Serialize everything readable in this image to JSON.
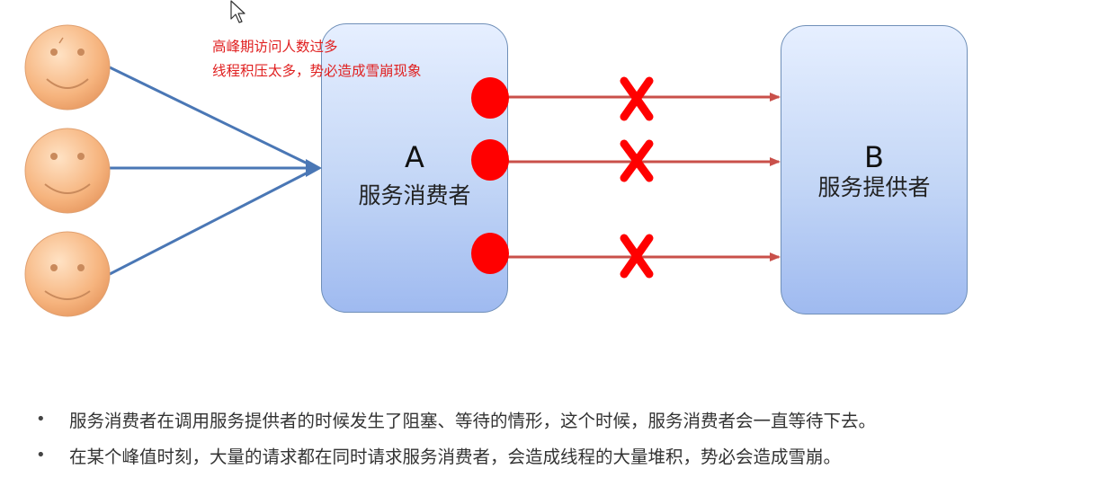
{
  "notes": [
    "高峰期访问人数过多",
    "线程积压太多，势必造成雪崩现象"
  ],
  "consumer": {
    "letter": "A",
    "name": "服务消费者"
  },
  "provider": {
    "letter": "B",
    "name": "服务提供者"
  },
  "users": [
    "smiley-face",
    "smiley-face",
    "smiley-face"
  ],
  "icons": {
    "block_mark": "red-x",
    "thread": "red-dot",
    "cursor": "mouse-pointer"
  },
  "colors": {
    "user_arrow": "#4a77b5",
    "call_arrow": "#c9504a",
    "blocked_mark": "#ff0000",
    "note_text": "#e02020",
    "box_fill": "#c3d6f6"
  },
  "bullets": [
    "服务消费者在调用服务提供者的时候发生了阻塞、等待的情形，这个时候，服务消费者会一直等待下去。",
    "在某个峰值时刻，大量的请求都在同时请求服务消费者，会造成线程的大量堆积，势必会造成雪崩。"
  ]
}
